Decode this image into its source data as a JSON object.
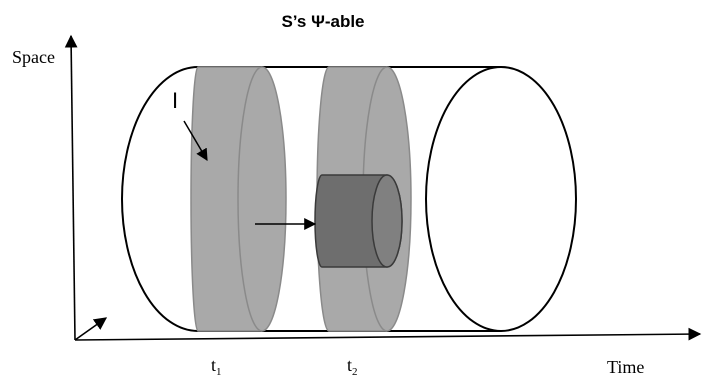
{
  "title": "S’s Ψ-able",
  "axes": {
    "y_label": "Space",
    "x_label": "Time"
  },
  "labels": {
    "region": "I",
    "t1_base": "t",
    "t1_sub": "1",
    "t2_base": "t",
    "t2_sub": "2"
  },
  "colors": {
    "background": "#ffffff",
    "outline": "#000000",
    "disk_fill": "#a9a9a9",
    "disk_stroke": "#8a8a8a",
    "small_cylinder_body": "#6e6e6e",
    "small_cylinder_cap": "#808080",
    "small_cylinder_stroke": "#3a3a3a"
  }
}
